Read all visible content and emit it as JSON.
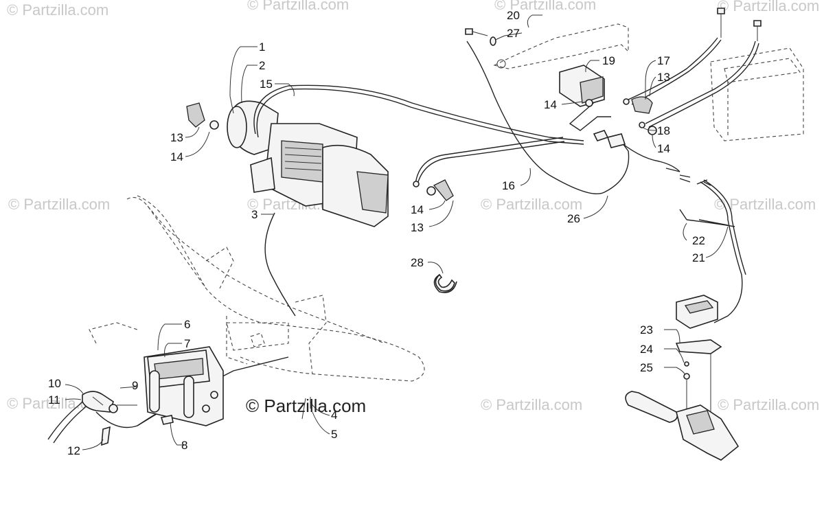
{
  "watermark": {
    "faint_text": "© Partzilla.com",
    "main_text": "© Partzilla.com"
  },
  "callouts": {
    "c1": "1",
    "c2": "2",
    "c3": "3",
    "c4": "4",
    "c5": "5",
    "c6": "6",
    "c7": "7",
    "c8": "8",
    "c9": "9",
    "c10": "10",
    "c11": "11",
    "c12": "12",
    "c13a": "13",
    "c13b": "13",
    "c13c": "13",
    "c14a": "14",
    "c14b": "14",
    "c14c": "14",
    "c14d": "14",
    "c15": "15",
    "c16": "16",
    "c17": "17",
    "c18": "18",
    "c19": "19",
    "c20": "20",
    "c21": "21",
    "c22": "22",
    "c23": "23",
    "c24": "24",
    "c25": "25",
    "c26": "26",
    "c27": "27",
    "c28": "28"
  }
}
